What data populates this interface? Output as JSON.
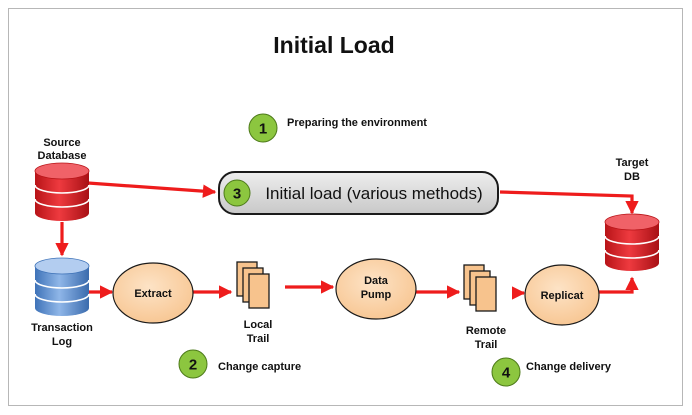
{
  "title": "Initial Load",
  "colors": {
    "arrow": "#ee1c1c",
    "process_fill": "#fcd6ad",
    "badge_fill": "#8cc63f",
    "pill_fill": "#d9d9d9",
    "source_db": "#d7272c",
    "target_db": "#d7272c",
    "log_db": "#5b8fd1"
  },
  "steps": {
    "step1": {
      "number": "1",
      "label": "Preparing the environment"
    },
    "step2": {
      "number": "2",
      "label": "Change capture"
    },
    "step3": {
      "number": "3",
      "label": "Initial load (various methods)"
    },
    "step4": {
      "number": "4",
      "label": "Change delivery"
    }
  },
  "nodes": {
    "source_db": {
      "line1": "Source",
      "line2": "Database",
      "icon": "database-icon"
    },
    "target_db": {
      "line1": "Target",
      "line2": "DB",
      "icon": "database-icon"
    },
    "transaction_log": {
      "line1": "Transaction",
      "line2": "Log",
      "icon": "database-icon"
    },
    "extract": {
      "label": "Extract"
    },
    "data_pump": {
      "line1": "Data",
      "line2": "Pump"
    },
    "replicat": {
      "label": "Replicat"
    },
    "local_trail": {
      "line1": "Local",
      "line2": "Trail",
      "icon": "trail-files-icon"
    },
    "remote_trail": {
      "line1": "Remote",
      "line2": "Trail",
      "icon": "trail-files-icon"
    }
  }
}
